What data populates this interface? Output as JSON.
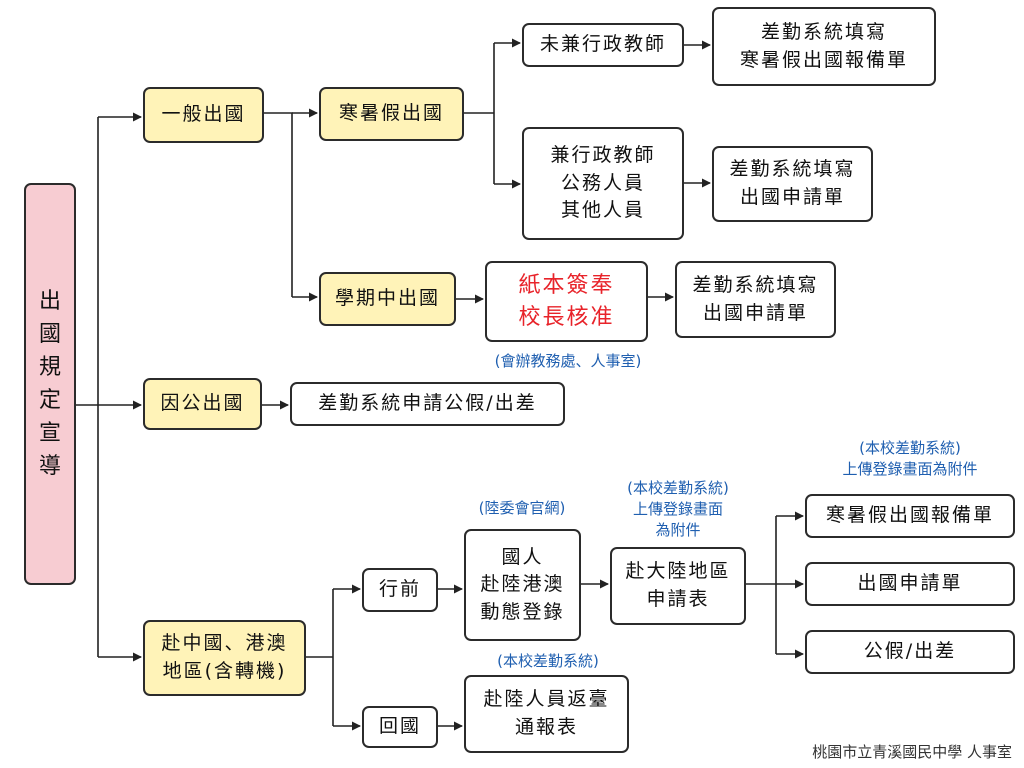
{
  "root": {
    "title": [
      "出",
      "國",
      "規",
      "定",
      "宣",
      "導"
    ]
  },
  "general": {
    "label": "一般出國",
    "summer": {
      "label": "寒暑假出國",
      "non_admin": {
        "label": "未兼行政教師",
        "result": [
          "差勤系統填寫",
          "寒暑假出國報備單"
        ]
      },
      "admin": {
        "label": [
          "兼行政教師",
          "公務人員",
          "其他人員"
        ],
        "result": [
          "差勤系統填寫",
          "出國申請單"
        ]
      }
    },
    "semester": {
      "label": "學期中出國",
      "approval": [
        "紙本簽奉",
        "校長核准"
      ],
      "approval_note": "(會辦教務處、人事室)",
      "result": [
        "差勤系統填寫",
        "出國申請單"
      ]
    }
  },
  "official": {
    "label": "因公出國",
    "result": "差勤系統申請公假/出差"
  },
  "china": {
    "label": [
      "赴中國、港澳",
      "地區(含轉機)"
    ],
    "before": {
      "label": "行前",
      "register_note": "(陸委會官網)",
      "register": [
        "國人",
        "赴陸港澳",
        "動態登錄"
      ],
      "apply_note": [
        "(本校差勤系統)",
        "上傳登錄畫面",
        "為附件"
      ],
      "apply": [
        "赴大陸地區",
        "申請表"
      ],
      "outputs_note": [
        "(本校差勤系統)",
        "上傳登錄畫面為附件"
      ],
      "outputs": [
        "寒暑假出國報備單",
        "出國申請單",
        "公假/出差"
      ]
    },
    "after": {
      "label": "回國",
      "return_note": "(本校差勤系統)",
      "return_form": [
        "赴陸人員返臺",
        "通報表"
      ]
    }
  },
  "footer": "桃園市立青溪國民中學  人事室"
}
